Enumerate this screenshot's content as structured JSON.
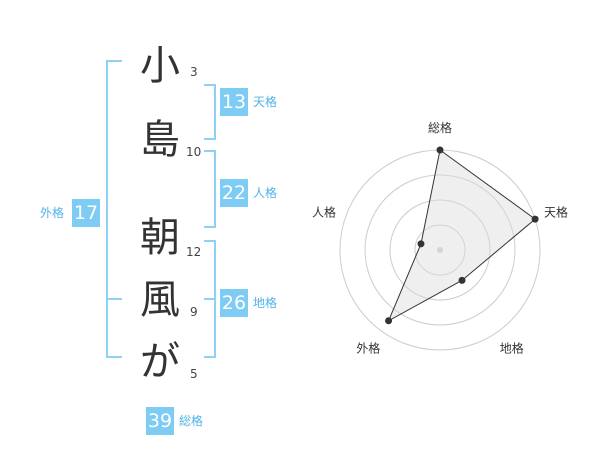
{
  "name_chars": [
    {
      "char": "小",
      "strokes": "3"
    },
    {
      "char": "島",
      "strokes": "10"
    },
    {
      "char": "朝",
      "strokes": "12"
    },
    {
      "char": "風",
      "strokes": "9"
    },
    {
      "char": "が",
      "strokes": "5"
    }
  ],
  "fortunes": {
    "tenkaku": {
      "value": "13",
      "label": "天格"
    },
    "jinkaku": {
      "value": "22",
      "label": "人格"
    },
    "chikaku": {
      "value": "26",
      "label": "地格"
    },
    "gaikaku": {
      "value": "17",
      "label": "外格"
    },
    "soukaku": {
      "value": "39",
      "label": "総格"
    }
  },
  "colors": {
    "accent": "#7ecbf3",
    "line": "#8fd0f5",
    "text": "#333333"
  },
  "chart_data": {
    "type": "radar",
    "axes": [
      "総格",
      "天格",
      "地格",
      "外格",
      "人格"
    ],
    "rings": 4,
    "values": [
      4,
      4,
      1.5,
      3.5,
      0.8
    ],
    "max": 4
  }
}
